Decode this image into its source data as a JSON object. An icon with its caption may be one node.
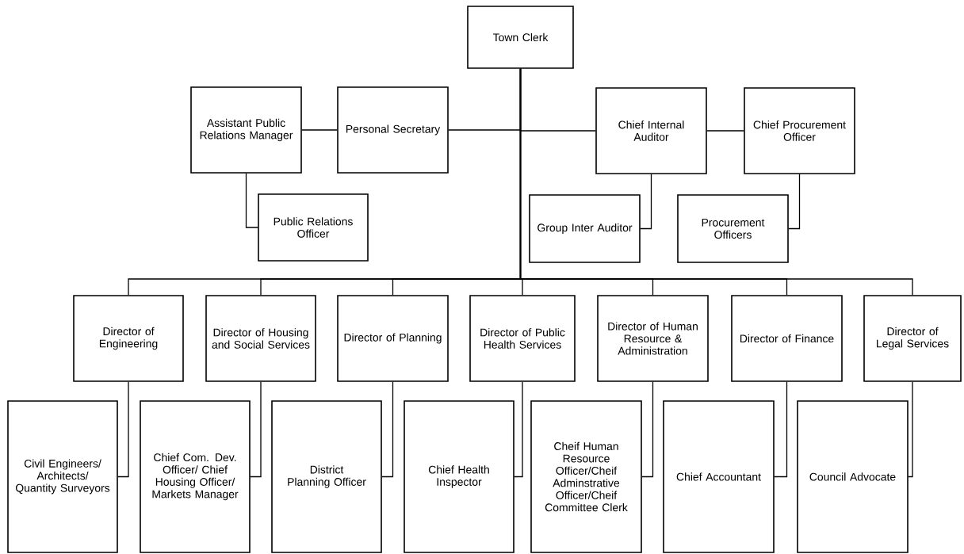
{
  "diagram": {
    "nodes": [
      {
        "text": [
          "Town Clerk"
        ]
      },
      {
        "text": [
          "Assistant Public Relations Manager"
        ]
      },
      {
        "text": [
          "Personal Secretary"
        ]
      },
      {
        "text": [
          "Chief Internal Auditor"
        ]
      },
      {
        "text": [
          "Chief Procurement Officer"
        ]
      },
      {
        "text": [
          "Public Relations Officer"
        ]
      },
      {
        "text": [
          "Group Inter Auditor"
        ]
      },
      {
        "text": [
          "Procurement Officers"
        ]
      },
      {
        "text": [
          "Director of Engineering"
        ]
      },
      {
        "text": [
          "Director of Housing and Social Services"
        ]
      },
      {
        "text": [
          "Director of Planning"
        ]
      },
      {
        "text": [
          "Director of Public Health Services"
        ]
      },
      {
        "text": [
          "Director of Human Resource & Administration"
        ]
      },
      {
        "text": [
          "Director of Finance"
        ]
      },
      {
        "text": [
          "Director of Legal Services"
        ]
      },
      {
        "text": [
          "Civil Engineers/ Architects/ Quantity Surveyors"
        ]
      },
      {
        "text": [
          "Chief Com. Dev. Officer/ Chief Housing Officer/ Markets Manager"
        ]
      },
      {
        "text": [
          "District Planning Officer"
        ]
      },
      {
        "text": [
          "Chief Health Inspector"
        ]
      },
      {
        "text": [
          "Cheif Human Resource Officer/Cheif Adminstrative Officer/Cheif Committee Clerk"
        ]
      },
      {
        "text": [
          "Chief Accountant"
        ]
      },
      {
        "text": [
          "Council Advocate"
        ]
      }
    ],
    "edges": [
      {
        "from": 0,
        "to": 2,
        "arrow": "none"
      },
      {
        "from": 0,
        "to": 3,
        "arrow": "none"
      },
      {
        "from": 1,
        "to": 2,
        "arrow": "none"
      },
      {
        "from": 3,
        "to": 4,
        "arrow": "none"
      },
      {
        "from": 1,
        "to": 5,
        "arrow": "none"
      },
      {
        "from": 3,
        "to": 6,
        "arrow": "none"
      },
      {
        "from": 4,
        "to": 7,
        "arrow": "none"
      },
      {
        "from": 0,
        "to": 8,
        "arrow": "none"
      },
      {
        "from": 0,
        "to": 9,
        "arrow": "none"
      },
      {
        "from": 0,
        "to": 10,
        "arrow": "none"
      },
      {
        "from": 0,
        "to": 11,
        "arrow": "none"
      },
      {
        "from": 0,
        "to": 12,
        "arrow": "none"
      },
      {
        "from": 0,
        "to": 13,
        "arrow": "none"
      },
      {
        "from": 0,
        "to": 14,
        "arrow": "none"
      },
      {
        "from": 8,
        "to": 15,
        "arrow": "none"
      },
      {
        "from": 9,
        "to": 16,
        "arrow": "none"
      },
      {
        "from": 10,
        "to": 17,
        "arrow": "none"
      },
      {
        "from": 11,
        "to": 18,
        "arrow": "none"
      },
      {
        "from": 12,
        "to": 19,
        "arrow": "none"
      },
      {
        "from": 13,
        "to": 20,
        "arrow": "none"
      },
      {
        "from": 14,
        "to": 21,
        "arrow": "none"
      }
    ]
  }
}
